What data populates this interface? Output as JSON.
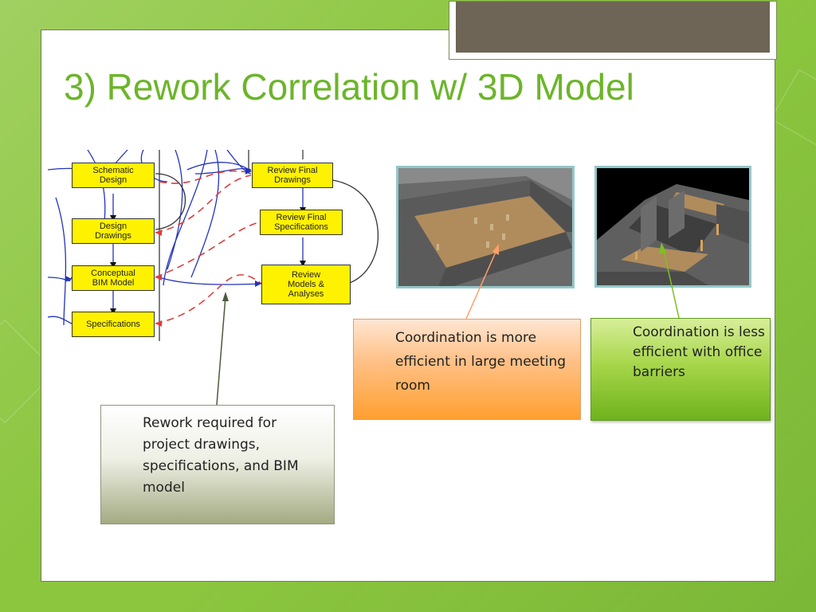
{
  "slide": {
    "title": "3) Rework Correlation w/ 3D Model"
  },
  "workflow": {
    "boxes": [
      {
        "id": "schematic",
        "label": "Schematic\nDesign"
      },
      {
        "id": "design_drawings",
        "label": "Design\nDrawings"
      },
      {
        "id": "conceptual_bim",
        "label": "Conceptual\nBIM Model"
      },
      {
        "id": "specifications",
        "label": "Specifications"
      },
      {
        "id": "review_drawings",
        "label": "Review Final\nDrawings"
      },
      {
        "id": "review_specs",
        "label": "Review Final\nSpecifications"
      },
      {
        "id": "review_models",
        "label": "Review\nModels &\nAnalyses"
      }
    ]
  },
  "callouts": {
    "rework": "Rework required for project drawings, specifications, and BIM model",
    "large_room": "Coordination is more efficient in large meeting room",
    "office": "Coordination is less efficient with office barriers"
  },
  "colors": {
    "title": "#6cb52a",
    "background": "#8cc63f",
    "workflow_box": "#fff200",
    "orange_callout": "#ff9f2f",
    "green_callout": "#7fbf24",
    "rework_arrow": "#e03c3c",
    "flow_arrow": "#2233bb"
  }
}
